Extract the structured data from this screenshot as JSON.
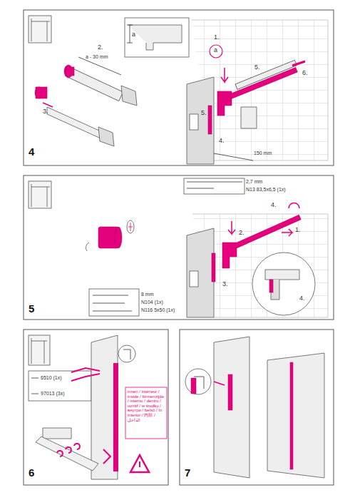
{
  "diagram": {
    "labels": [
      "4",
      "1.",
      "2.",
      "a",
      "a",
      "a - 30 mm",
      "3.",
      "5.",
      "6.",
      "5.",
      "4.",
      "150 mm",
      "2,7 mm",
      "N13 83,5x6,5 (1x)",
      "4.",
      "2.",
      "1.",
      "3.",
      "4.",
      "8 mm",
      "N104 (1x)",
      "N116 5x50 (1x)",
      "5",
      "6510 (1x)",
      "97013 (3x)",
      "innen / intérieur / inside / binnenzijde / interno / dentro / uvnitř / w środku / внутри / belső / în interior / 内部 / الداخل",
      "6",
      "7"
    ]
  }
}
